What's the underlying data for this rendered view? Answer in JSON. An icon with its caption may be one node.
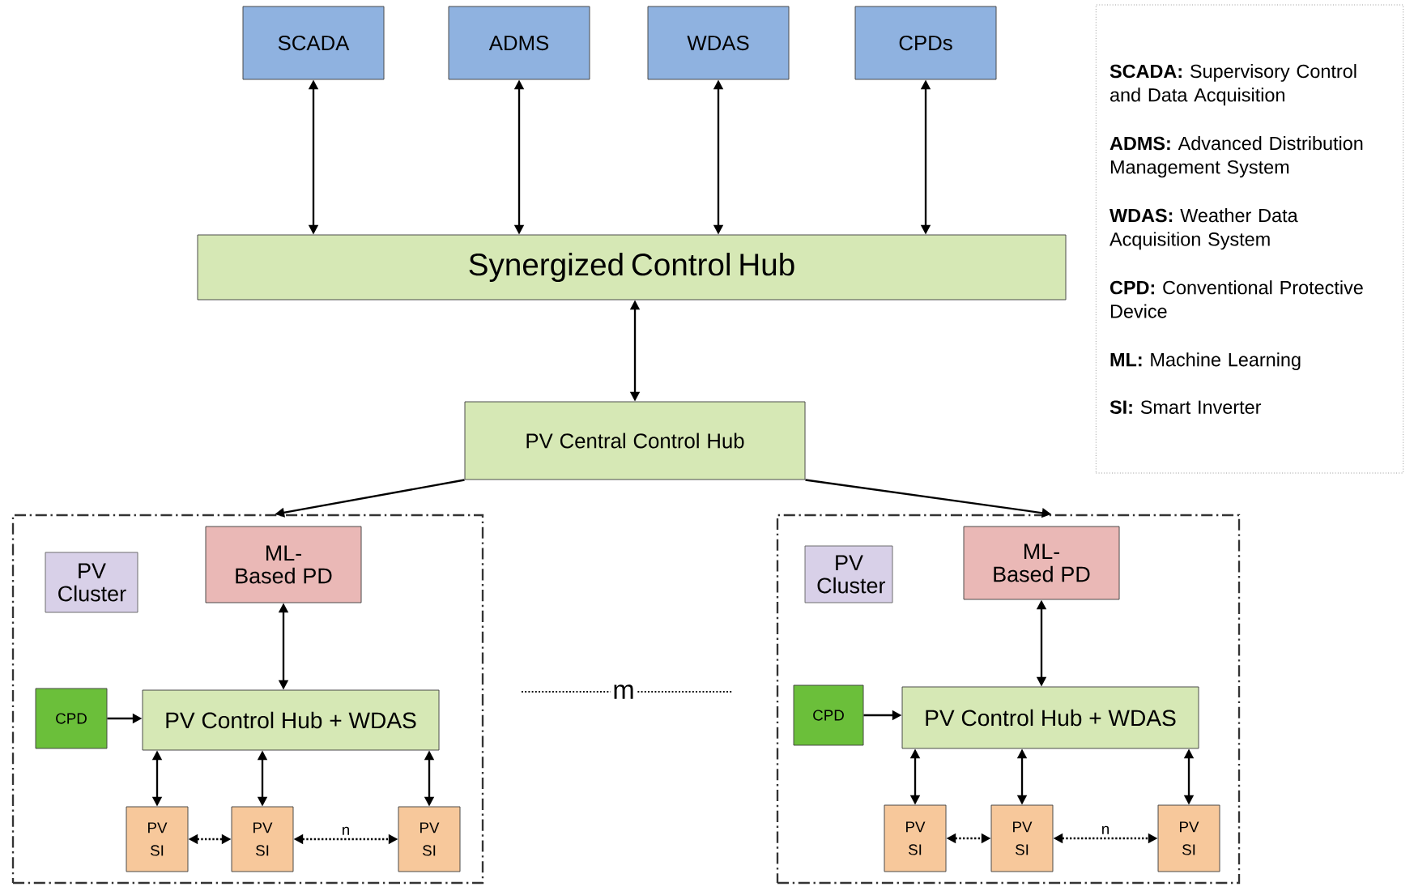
{
  "diagram": {
    "nodes": [
      {
        "text": [
          "SCADA"
        ]
      },
      {
        "text": [
          "ADMS"
        ]
      },
      {
        "text": [
          "WDAS"
        ]
      },
      {
        "text": [
          "CPDs"
        ]
      },
      {
        "text": [
          "Synergized Control Hub"
        ]
      },
      {
        "text": [
          "PV Central Control Hub"
        ]
      },
      {
        "text": [],
        "shape": "box"
      },
      {
        "text": [
          "PV Cluster"
        ],
        "in": 6
      },
      {
        "text": [
          "ML-Based PD"
        ],
        "in": 6
      },
      {
        "text": [
          "CPD"
        ],
        "in": 6
      },
      {
        "text": [
          "PV Control Hub + WDAS"
        ],
        "in": 6
      },
      {
        "text": [
          "PV SI"
        ],
        "in": 6
      },
      {
        "text": [
          "PV SI"
        ],
        "in": 6
      },
      {
        "text": [
          "PV SI"
        ],
        "in": 6
      },
      {
        "text": [],
        "shape": "box"
      },
      {
        "text": [
          "PV Cluster"
        ],
        "in": 14
      },
      {
        "text": [
          "ML-Based PD"
        ],
        "in": 14
      },
      {
        "text": [
          "CPD"
        ],
        "in": 14
      },
      {
        "text": [
          "PV Control Hub + WDAS"
        ],
        "in": 14
      },
      {
        "text": [
          "PV SI"
        ],
        "in": 14
      },
      {
        "text": [
          "PV SI"
        ],
        "in": 14
      },
      {
        "text": [
          "PV SI"
        ],
        "in": 14
      },
      {
        "text": [
          "**SCADA:** Supervisory Control and Data Acquisition",
          "**ADMS:** Advanced Distribution Management System",
          "**WDAS:** Weather Data Acquisition System",
          "**CPD:** Conventional Protective Device",
          "**ML:** Machine Learning",
          "**SI:** Smart Inverter"
        ]
      }
    ],
    "edges": [
      {
        "from": 0,
        "to": 4,
        "arrow": "both"
      },
      {
        "from": 1,
        "to": 4,
        "arrow": "both"
      },
      {
        "from": 2,
        "to": 4,
        "arrow": "both"
      },
      {
        "from": 3,
        "to": 4,
        "arrow": "both"
      },
      {
        "from": 4,
        "to": 5,
        "arrow": "both"
      },
      {
        "from": 5,
        "to": 6,
        "arrow": "to"
      },
      {
        "from": 5,
        "to": 14,
        "arrow": "to"
      },
      {
        "from": 8,
        "to": 10,
        "arrow": "both"
      },
      {
        "from": 9,
        "to": 10,
        "arrow": "to"
      },
      {
        "from": 10,
        "to": 11,
        "arrow": "both"
      },
      {
        "from": 10,
        "to": 12,
        "arrow": "both"
      },
      {
        "from": 10,
        "to": 13,
        "arrow": "both"
      },
      {
        "from": 11,
        "to": 12,
        "arrow": "both",
        "style": "dashed"
      },
      {
        "from": 12,
        "to": 13,
        "arrow": "both",
        "style": "dashed",
        "label": "n"
      },
      {
        "from": 16,
        "to": 18,
        "arrow": "both"
      },
      {
        "from": 17,
        "to": 18,
        "arrow": "to"
      },
      {
        "from": 18,
        "to": 19,
        "arrow": "both"
      },
      {
        "from": 18,
        "to": 20,
        "arrow": "both"
      },
      {
        "from": 18,
        "to": 21,
        "arrow": "both"
      },
      {
        "from": 19,
        "to": 20,
        "arrow": "both",
        "style": "dashed"
      },
      {
        "from": 20,
        "to": 21,
        "arrow": "both",
        "style": "dashed",
        "label": "n"
      }
    ],
    "labels": [
      "m"
    ]
  }
}
